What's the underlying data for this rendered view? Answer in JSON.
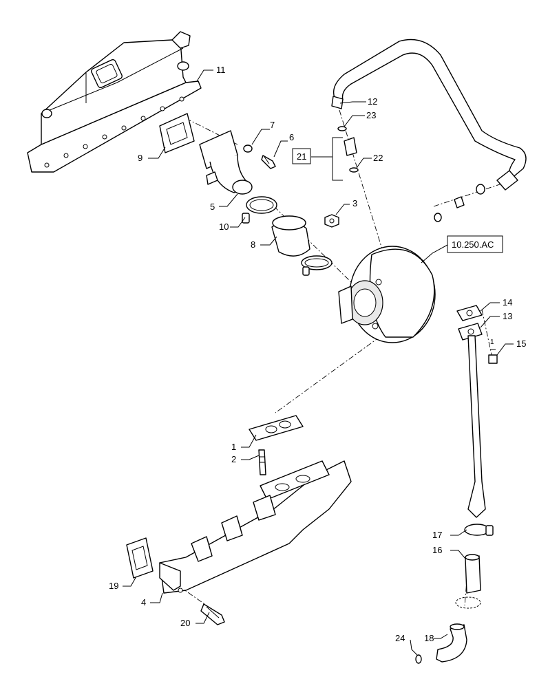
{
  "callouts": {
    "c1": "1",
    "c2": "2",
    "c3": "3",
    "c4": "4",
    "c5": "5",
    "c6": "6",
    "c7": "7",
    "c8": "8",
    "c9": "9",
    "c10": "10",
    "c11": "11",
    "c12": "12",
    "c13": "13",
    "c14": "14",
    "c15": "15",
    "c16": "16",
    "c17": "17",
    "c18": "18",
    "c19": "19",
    "c20": "20",
    "c22": "22",
    "c23": "23",
    "c24": "24"
  },
  "boxed_labels": {
    "group_21": "21",
    "ref_turbo": "10.250.AC"
  },
  "small_marks": {
    "tube_mark": "1"
  }
}
